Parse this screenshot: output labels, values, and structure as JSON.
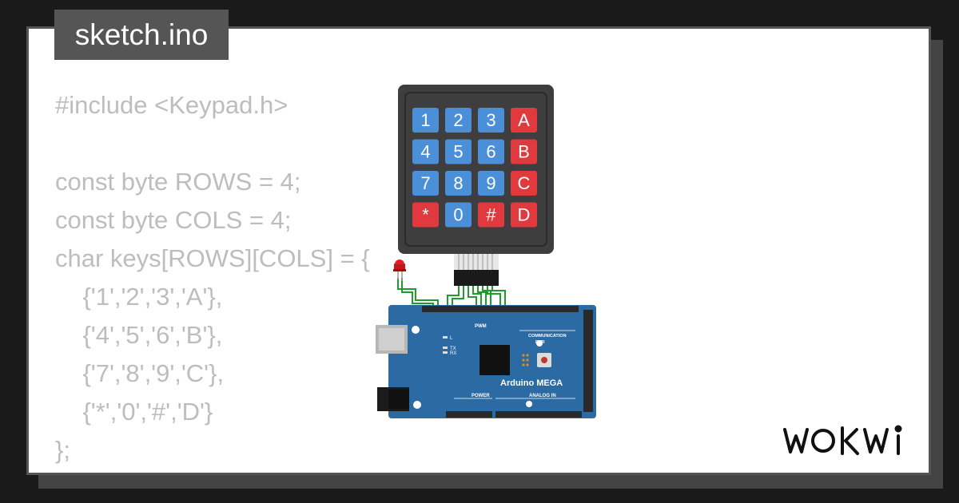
{
  "header": {
    "filename": "sketch.ino"
  },
  "code": {
    "lines": [
      "#include <Keypad.h>",
      "",
      "const byte ROWS = 4;",
      "const byte COLS = 4;",
      "char keys[ROWS][COLS] = {",
      "    {'1','2','3','A'},",
      "    {'4','5','6','B'},",
      "    {'7','8','9','C'},",
      "    {'*','0','#','D'}",
      "};"
    ]
  },
  "keypad": {
    "keys": [
      "1",
      "2",
      "3",
      "A",
      "4",
      "5",
      "6",
      "B",
      "7",
      "8",
      "9",
      "C",
      "*",
      "0",
      "#",
      "D"
    ]
  },
  "board": {
    "name": "Arduino MEGA",
    "pwm_label": "PWM",
    "communication_label": "COMMUNICATION",
    "power_label": "POWER",
    "analog_label": "ANALOG IN",
    "pwr_label": "PWR",
    "led_labels": [
      "L",
      "TX",
      "RX"
    ]
  },
  "colors": {
    "background": "#1a1a1a",
    "card": "#ffffff",
    "tab": "#555555",
    "code_text": "#bdbdbd",
    "keypad_body": "#3e3e3e",
    "key_blue": "#4a8fd8",
    "key_red": "#e0393e",
    "board_blue": "#2b6aa3",
    "wire_green": "#1f9d2c",
    "led_red": "#e02020"
  },
  "branding": {
    "logo_icon": "wokwi-logo-icon"
  }
}
